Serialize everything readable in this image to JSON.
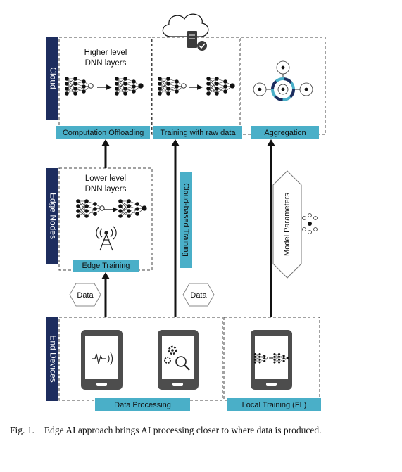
{
  "tiers": {
    "cloud": "Cloud",
    "edge": "Edge Nodes",
    "devices": "End Devices"
  },
  "labels": {
    "computation_offloading": "Computation Offloading",
    "training_raw_data": "Training with raw data",
    "aggregation": "Aggregation",
    "edge_training": "Edge Training",
    "cloud_based_training": "Cloud-based Training",
    "model_parameters": "Model Parameters",
    "data_processing": "Data Processing",
    "local_training": "Local Training (FL)"
  },
  "layers": {
    "higher_line1": "Higher level",
    "higher_line2": "DNN layers",
    "lower_line1": "Lower level",
    "lower_line2": "DNN layers"
  },
  "data_tags": {
    "left": "Data",
    "right": "Data"
  },
  "caption": {
    "number": "Fig. 1.",
    "text": "Edge AI approach brings AI processing closer to where data is produced."
  },
  "colors": {
    "navy": "#1d2d5e",
    "teal": "#4aafc8",
    "device": "#4d4d4d"
  }
}
